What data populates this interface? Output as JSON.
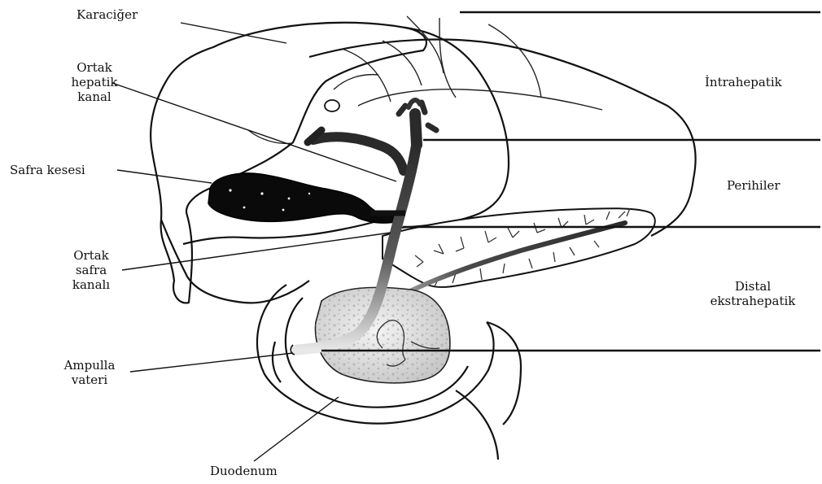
{
  "labels": {
    "karaciger": "Karaciğer",
    "ortak_hepatik_kanal": [
      "Ortak",
      "hepatik",
      "kanal"
    ],
    "safra_kesesi": "Safra kesesi",
    "ortak_safra_kanali": [
      "Ortak",
      "safra",
      "kanalı"
    ],
    "ampulla_vateri": [
      "Ampulla",
      "vateri"
    ],
    "duodenum": "Duodenum"
  },
  "regions": {
    "intrahepatik": "İntrahepatik",
    "perihiler": "Perihiler",
    "distal_ekstrahepatik": [
      "Distal",
      "ekstrahepatik"
    ]
  }
}
